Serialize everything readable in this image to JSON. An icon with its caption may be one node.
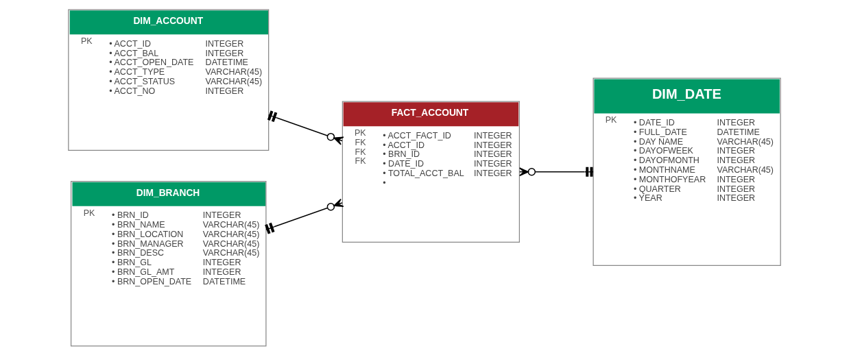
{
  "diagram": {
    "nodes": [
      {
        "text": [
          "DIM_ACCOUNT",
          "PK",
          "• ACCT_ID INTEGER",
          "• ACCT_BAL INTEGER",
          "• ACCT_OPEN_DATE DATETIME",
          "• ACCT_TYPE VARCHAR(45)",
          "• ACCT_STATUS VARCHAR(45)",
          "• ACCT_NO INTEGER"
        ]
      },
      {
        "text": [
          "FACT_ACCOUNT",
          "PK FK FK FK",
          "• ACCT_FACT_ID INTEGER",
          "• ACCT_ID INTEGER",
          "• BRN_ID INTEGER",
          "• DATE_ID INTEGER",
          "• TOTAL_ACCT_BAL INTEGER",
          "•"
        ]
      },
      {
        "text": [
          "DIM_DATE",
          "PK",
          "• DATE_ID INTEGER",
          "• FULL_DATE DATETIME",
          "• DAY NAME VARCHAR(45)",
          "• DAYOFWEEK INTEGER",
          "• DAYOFMONTH INTEGER",
          "• MONTHNAME VARCHAR(45)",
          "• MONTHOFYEAR INTEGER",
          "• QUARTER INTEGER",
          "• YEAR INTEGER"
        ]
      },
      {
        "text": [
          "DIM_BRANCH",
          "PK",
          "• BRN_ID INTEGER",
          "• BRN_NAME VARCHAR(45)",
          "• BRN_LOCATION VARCHAR(45)",
          "• BRN_MANAGER VARCHAR(45)",
          "• BRN_DESC VARCHAR(45)",
          "• BRN_GL INTEGER",
          "• BRN_GL_AMT INTEGER",
          "• BRN_OPEN_DATE DATETIME"
        ]
      }
    ],
    "edges": [
      {
        "from": 0,
        "to": 1,
        "arrow": "other"
      },
      {
        "from": 3,
        "to": 1,
        "arrow": "other"
      },
      {
        "from": 1,
        "to": 2,
        "arrow": "other"
      }
    ]
  }
}
